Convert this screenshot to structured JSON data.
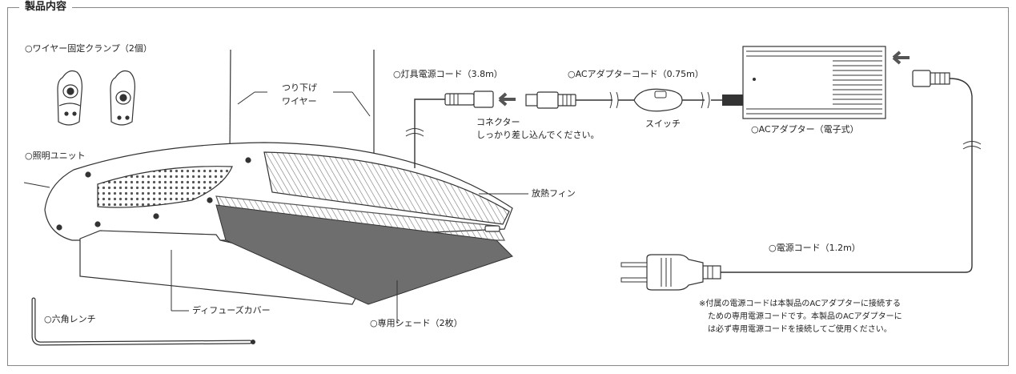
{
  "section_title": "製品内容",
  "labels": {
    "wire_clamp": "○ワイヤー固定クランプ（2個）",
    "hanging_wire_1": "つり下げ",
    "hanging_wire_2": "ワイヤー",
    "light_unit": "○照明ユニット",
    "heat_fin": "放熱フィン",
    "diffuse_cover": "ディフューズカバー",
    "shade": "○専用シェード（2枚）",
    "hex_wrench": "○六角レンチ",
    "lamp_cord": "○灯具電源コード（3.8m）",
    "adapter_cord": "○ACアダプターコード（0.75m）",
    "connector_1": "コネクター",
    "connector_2": "しっかり差し込んでください。",
    "switch": "スイッチ",
    "ac_adapter": "○ACアダプター（電子式）",
    "power_cord": "○電源コード（1.2m）"
  },
  "note_lines": [
    "※付属の電源コードは本製品のACアダプターに接続する",
    "ための専用電源コードです。本製品のACアダプターに",
    "は必ず専用電源コードを接続してご使用ください。"
  ]
}
